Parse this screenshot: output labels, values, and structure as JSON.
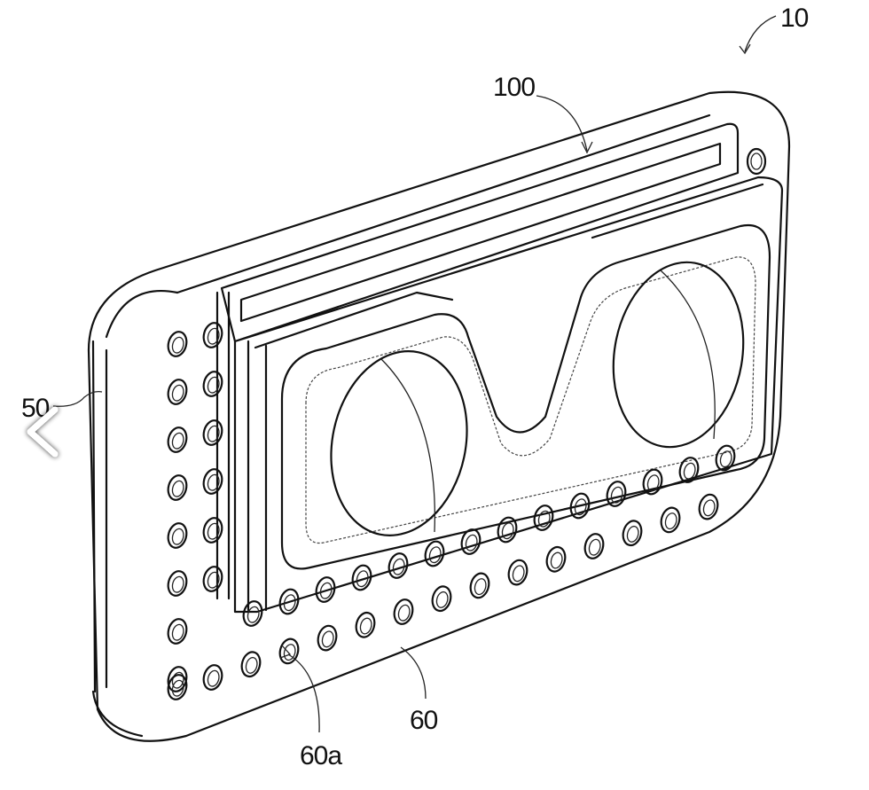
{
  "figure": {
    "labels": {
      "device": "10",
      "headset": "100",
      "side_edge": "50",
      "back_plate": "60",
      "hole": "60a"
    }
  },
  "viewer": {
    "prev_icon": "chevron-left-icon"
  }
}
